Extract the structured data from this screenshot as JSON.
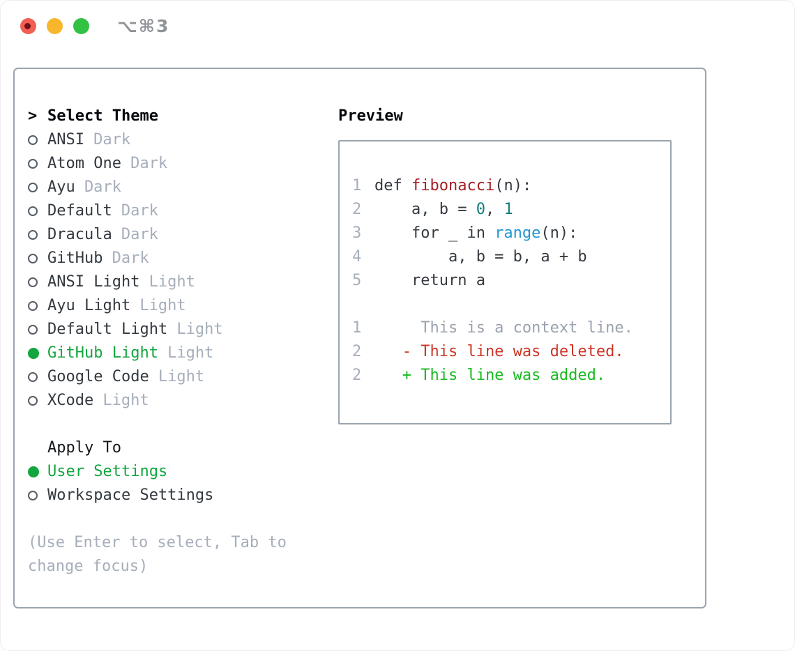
{
  "window": {
    "shortcut": "⌥⌘3",
    "traffic_lights": {
      "close": "#f25e52",
      "minimize": "#f8b62c",
      "zoom": "#33c144"
    }
  },
  "theme_panel": {
    "prompt": ">",
    "title": "Select Theme",
    "items": [
      {
        "name": "ANSI",
        "variant": "Dark",
        "selected": false
      },
      {
        "name": "Atom One",
        "variant": "Dark",
        "selected": false
      },
      {
        "name": "Ayu",
        "variant": "Dark",
        "selected": false
      },
      {
        "name": "Default",
        "variant": "Dark",
        "selected": false
      },
      {
        "name": "Dracula",
        "variant": "Dark",
        "selected": false
      },
      {
        "name": "GitHub",
        "variant": "Dark",
        "selected": false
      },
      {
        "name": "ANSI Light",
        "variant": "Light",
        "selected": false
      },
      {
        "name": "Ayu Light",
        "variant": "Light",
        "selected": false
      },
      {
        "name": "Default Light",
        "variant": "Light",
        "selected": false
      },
      {
        "name": "GitHub Light",
        "variant": "Light",
        "selected": true
      },
      {
        "name": "Google Code",
        "variant": "Light",
        "selected": false
      },
      {
        "name": "XCode",
        "variant": "Light",
        "selected": false
      }
    ],
    "apply_to": {
      "title": "Apply To",
      "options": [
        {
          "label": "User Settings",
          "selected": true
        },
        {
          "label": "Workspace Settings",
          "selected": false
        }
      ]
    },
    "hint": "(Use Enter to select, Tab to change focus)"
  },
  "preview": {
    "title": "Preview",
    "lines": [
      {
        "kind": "code",
        "no": "1",
        "tokens": [
          {
            "t": "def ",
            "c": "code"
          },
          {
            "t": "fibonacci",
            "c": "func"
          },
          {
            "t": "(n):",
            "c": "code"
          }
        ]
      },
      {
        "kind": "code",
        "no": "2",
        "tokens": [
          {
            "t": "    a, b = ",
            "c": "code"
          },
          {
            "t": "0",
            "c": "num"
          },
          {
            "t": ", ",
            "c": "code"
          },
          {
            "t": "1",
            "c": "num"
          }
        ]
      },
      {
        "kind": "code",
        "no": "3",
        "tokens": [
          {
            "t": "    for _ in ",
            "c": "code"
          },
          {
            "t": "range",
            "c": "builtin"
          },
          {
            "t": "(n):",
            "c": "code"
          }
        ]
      },
      {
        "kind": "code",
        "no": "4",
        "tokens": [
          {
            "t": "        a, b = b, a + b",
            "c": "code"
          }
        ]
      },
      {
        "kind": "code",
        "no": "5",
        "tokens": [
          {
            "t": "    return a",
            "c": "code"
          }
        ]
      },
      {
        "kind": "blank",
        "no": "",
        "tokens": []
      },
      {
        "kind": "context",
        "no": "1",
        "tokens": [
          {
            "t": "     This is a context line.",
            "c": "context"
          }
        ]
      },
      {
        "kind": "deleted",
        "no": "2",
        "tokens": [
          {
            "t": "   - This line was deleted.",
            "c": "deleted"
          }
        ]
      },
      {
        "kind": "added",
        "no": "2",
        "tokens": [
          {
            "t": "   + This line was added.",
            "c": "added"
          }
        ]
      }
    ]
  },
  "colors": {
    "accent_green": "#13a53e",
    "muted_gray": "#a6aebb",
    "text_dark": "#33393f",
    "border_gray": "#9ba4ae",
    "code_function_red": "#a61e25",
    "code_number_teal": "#0f7e7d",
    "code_builtin_blue": "#1f96d2",
    "diff_deleted_red": "#cc3526",
    "diff_added_green": "#17bb1f"
  }
}
